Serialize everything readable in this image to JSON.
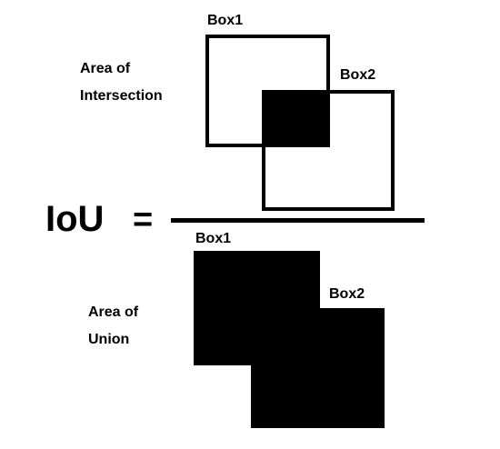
{
  "numerator": {
    "caption_line1": "Area of",
    "caption_line2": "Intersection",
    "box1_label": "Box1",
    "box2_label": "Box2"
  },
  "denominator": {
    "caption_line1": "Area of",
    "caption_line2": "Union",
    "box1_label": "Box1",
    "box2_label": "Box2"
  },
  "formula": {
    "lhs": "IoU",
    "equals": "="
  },
  "colors": {
    "ink": "#000000",
    "background": "#ffffff"
  }
}
